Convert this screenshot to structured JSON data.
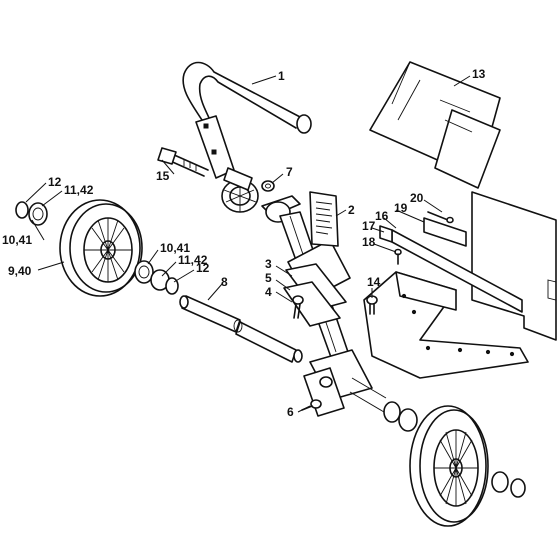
{
  "callouts": [
    {
      "id": "c1",
      "text": "1"
    },
    {
      "id": "c2",
      "text": "2"
    },
    {
      "id": "c3",
      "text": "3"
    },
    {
      "id": "c4",
      "text": "4"
    },
    {
      "id": "c5",
      "text": "5"
    },
    {
      "id": "c6",
      "text": "6"
    },
    {
      "id": "c7",
      "text": "7"
    },
    {
      "id": "c8",
      "text": "8"
    },
    {
      "id": "c9",
      "text": "9,40"
    },
    {
      "id": "c10a",
      "text": "10,41"
    },
    {
      "id": "c10b",
      "text": "10,41"
    },
    {
      "id": "c11a",
      "text": "11,42"
    },
    {
      "id": "c11b",
      "text": "11,42"
    },
    {
      "id": "c12a",
      "text": "12"
    },
    {
      "id": "c12b",
      "text": "12"
    },
    {
      "id": "c13",
      "text": "13"
    },
    {
      "id": "c14",
      "text": "14"
    },
    {
      "id": "c15",
      "text": "15"
    },
    {
      "id": "c16",
      "text": "16"
    },
    {
      "id": "c17",
      "text": "17"
    },
    {
      "id": "c18",
      "text": "18"
    },
    {
      "id": "c19",
      "text": "19"
    },
    {
      "id": "c20",
      "text": "20"
    }
  ]
}
